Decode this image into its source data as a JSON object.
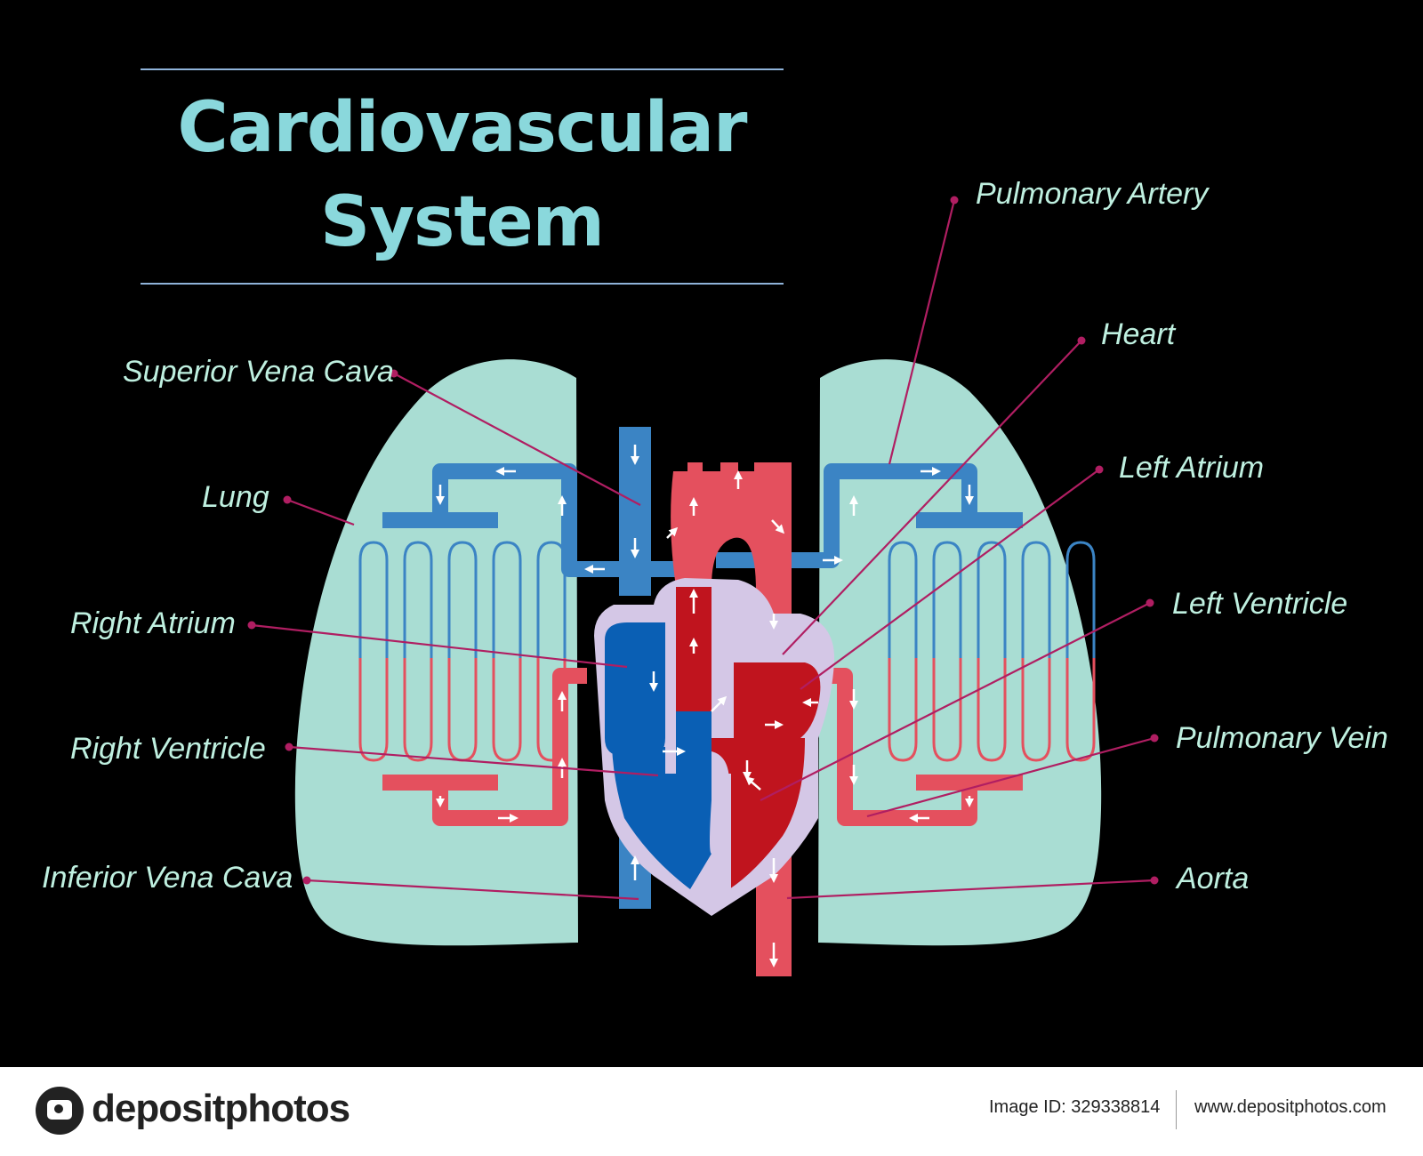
{
  "title": {
    "line1": "Cardiovascular",
    "line2": "System"
  },
  "labels": {
    "pulmonary_artery": "Pulmonary Artery",
    "heart": "Heart",
    "left_atrium": "Left Atrium",
    "left_ventricle": "Left Ventricle",
    "pulmonary_vein": "Pulmonary Vein",
    "aorta": "Aorta",
    "superior_vena_cava": "Superior Vena Cava",
    "lung": "Lung",
    "right_atrium": "Right Atrium",
    "right_ventricle": "Right Ventricle",
    "inferior_vena_cava": "Inferior Vena Cava"
  },
  "colors": {
    "background": "#000000",
    "lung": "#a9ddd3",
    "deoxygenated": "#3b84c4",
    "oxygenated": "#e4505e",
    "heart_left": "#c0141e",
    "heart_right": "#0a5fb4",
    "heart_wall": "#d4c7e6",
    "leader_line": "#b01e62",
    "title": "#8ad8dc",
    "label": "#bff0e0"
  },
  "watermark": "depositphotos",
  "footer": {
    "brand": "depositphotos",
    "image_id": "Image ID: 329338814",
    "site": "www.depositphotos.com"
  }
}
